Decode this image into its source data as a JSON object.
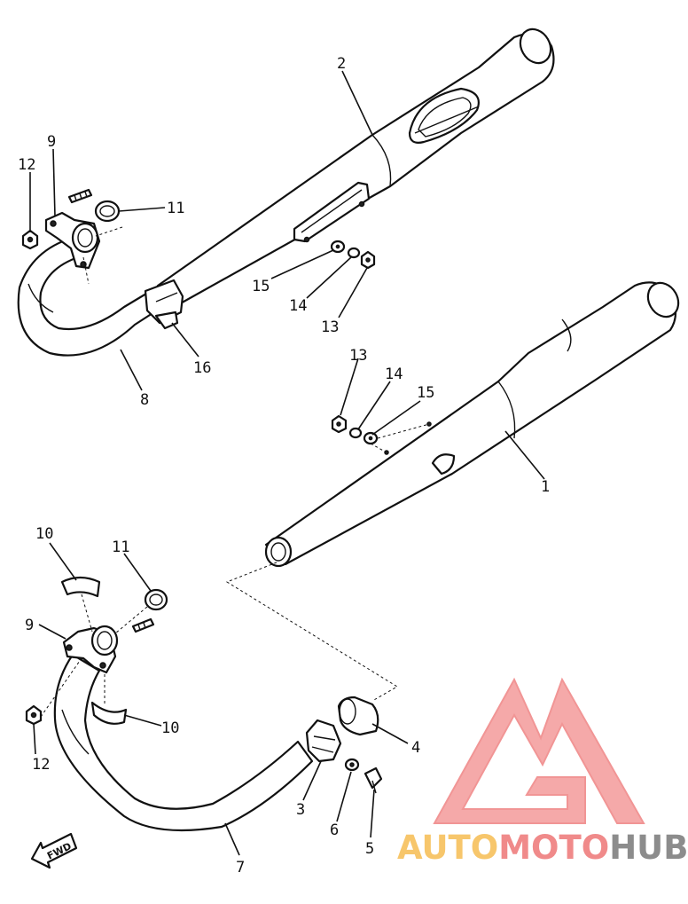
{
  "callouts": [
    "1",
    "2",
    "3",
    "4",
    "5",
    "6",
    "7",
    "8",
    "9",
    "9",
    "10",
    "10",
    "11",
    "11",
    "12",
    "12",
    "13",
    "13",
    "14",
    "14",
    "15",
    "15",
    "16"
  ],
  "fwd_label": "FWD",
  "watermark": {
    "part1": "AUTO",
    "part2": "MOTO",
    "part3": "HUB",
    "colors": {
      "auto": "#f7c66b",
      "moto": "#f08a8a",
      "hub": "#8c8c8c"
    }
  }
}
